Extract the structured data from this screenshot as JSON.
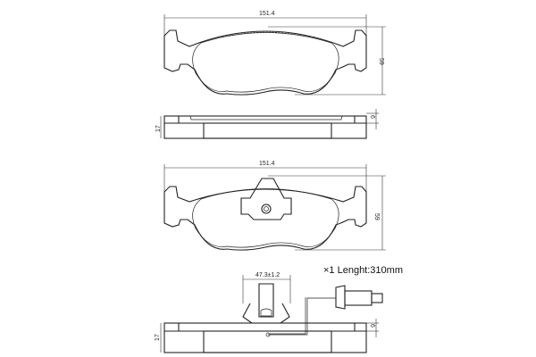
{
  "drawing": {
    "view1": {
      "width_label": "151.4",
      "height_label": "59",
      "thickness_label": "17",
      "backplate_label": "6"
    },
    "view2": {
      "width_label": "151.4",
      "height_label": "59"
    },
    "view3": {
      "clip_width_label": "47.3±1.2",
      "thickness_label": "17",
      "backplate_label": "6",
      "sensor_note": "×1 Lenght:310mm"
    }
  }
}
